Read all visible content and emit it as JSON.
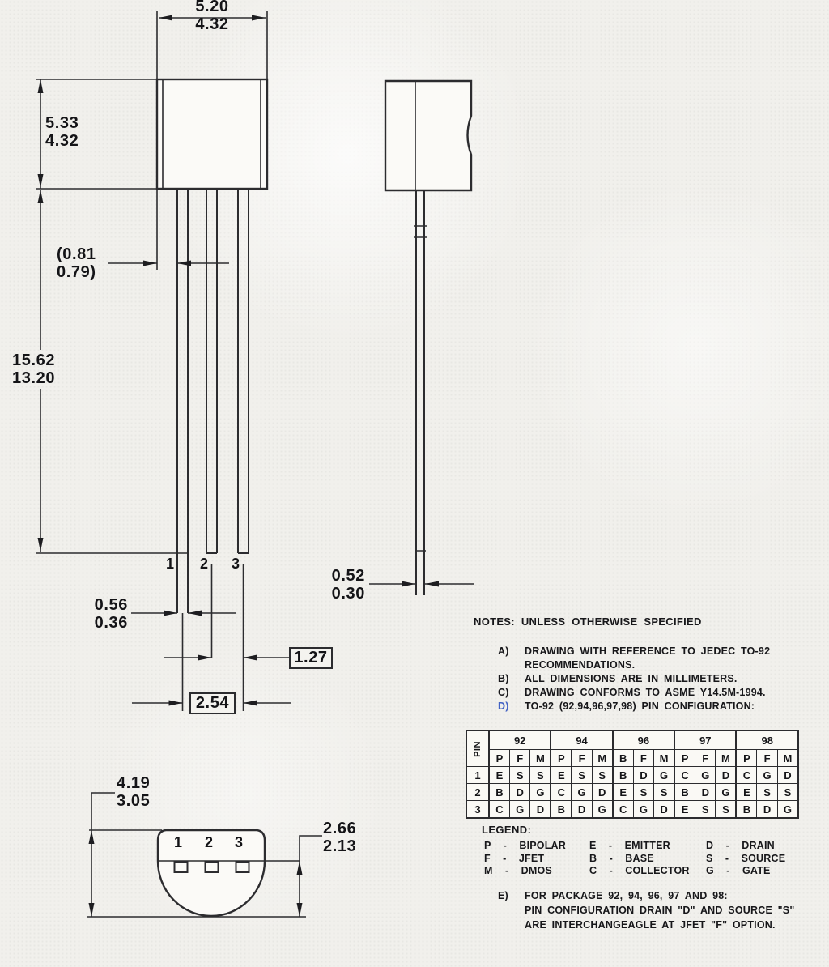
{
  "drawing": {
    "front_view": {
      "dim_body_width": [
        "5.20",
        "4.32"
      ],
      "dim_body_height": [
        "5.33",
        "4.32"
      ],
      "dim_lead_length": [
        "15.62",
        "13.20"
      ],
      "dim_lead_offset": [
        "(0.81",
        "0.79)"
      ],
      "dim_lead_width": [
        "0.56",
        "0.36"
      ],
      "dim_pitch_boxed": "1.27",
      "dim_span_boxed": "2.54",
      "pins": [
        "1",
        "2",
        "3"
      ]
    },
    "side_view": {
      "dim_lead_thickness": [
        "0.52",
        "0.30"
      ]
    },
    "bottom_view": {
      "dim_body_depth": [
        "4.19",
        "3.05"
      ],
      "dim_flat_to_edge": [
        "2.66",
        "2.13"
      ],
      "pins": [
        "1",
        "2",
        "3"
      ]
    }
  },
  "notes": {
    "heading": "NOTES: UNLESS OTHERWISE SPECIFIED",
    "items": [
      {
        "label": "A)",
        "lines": [
          "DRAWING WITH REFERENCE TO JEDEC TO-92",
          "RECOMMENDATIONS."
        ]
      },
      {
        "label": "B)",
        "lines": [
          "ALL DIMENSIONS ARE IN MILLIMETERS."
        ]
      },
      {
        "label": "C)",
        "lines": [
          "DRAWING CONFORMS TO ASME Y14.5M-1994."
        ]
      },
      {
        "label": "D)",
        "lines": [
          "TO-92 (92,94,96,97,98) PIN CONFIGURATION:"
        ]
      }
    ],
    "note_e": {
      "label": "E)",
      "lines": [
        "FOR PACKAGE 92, 94, 96, 97 AND 98:",
        "PIN CONFIGURATION DRAIN \"D\" AND SOURCE \"S\"",
        "ARE INTERCHANGEAGLE AT JFET \"F\" OPTION."
      ]
    }
  },
  "pin_table": {
    "corner": "PIN",
    "groups": [
      "92",
      "94",
      "96",
      "97",
      "98"
    ],
    "subheaders": [
      [
        "P",
        "F",
        "M"
      ],
      [
        "P",
        "F",
        "M"
      ],
      [
        "B",
        "F",
        "M"
      ],
      [
        "P",
        "F",
        "M"
      ],
      [
        "P",
        "F",
        "M"
      ]
    ],
    "rows": [
      {
        "pin": "1",
        "values": [
          "E",
          "S",
          "S",
          "E",
          "S",
          "S",
          "B",
          "D",
          "G",
          "C",
          "G",
          "D",
          "C",
          "G",
          "D"
        ]
      },
      {
        "pin": "2",
        "values": [
          "B",
          "D",
          "G",
          "C",
          "G",
          "D",
          "E",
          "S",
          "S",
          "B",
          "D",
          "G",
          "E",
          "S",
          "S"
        ]
      },
      {
        "pin": "3",
        "values": [
          "C",
          "G",
          "D",
          "B",
          "D",
          "G",
          "C",
          "G",
          "D",
          "E",
          "S",
          "S",
          "B",
          "D",
          "G"
        ]
      }
    ]
  },
  "legend": {
    "heading": "LEGEND:",
    "columns": [
      [
        "P  -  BIPOLAR",
        "F  -  JFET",
        "M  -  DMOS"
      ],
      [
        "E  -  EMITTER",
        "B  -  BASE",
        "C  -  COLLECTOR"
      ],
      [
        "D  -  DRAIN",
        "S  -  SOURCE",
        "G  -  GATE"
      ]
    ]
  },
  "colors": {
    "line": "#2c2c2f",
    "background": "#f1f0ec",
    "note_d_accent": "#4262c4"
  }
}
